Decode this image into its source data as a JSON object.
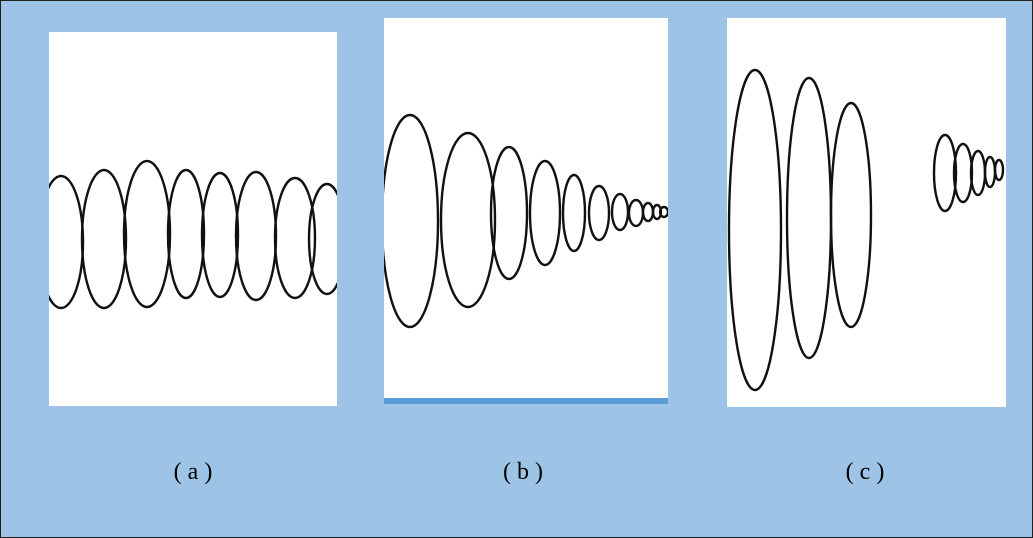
{
  "figure": {
    "panels": [
      {
        "id": "a",
        "caption": "( a )"
      },
      {
        "id": "b",
        "caption": "( b )"
      },
      {
        "id": "c",
        "caption": "( c )"
      }
    ],
    "colors": {
      "background": "#9dc3e6",
      "panel": "#ffffff",
      "stroke": "#111111",
      "accent_bar": "#5b9bd5"
    }
  }
}
